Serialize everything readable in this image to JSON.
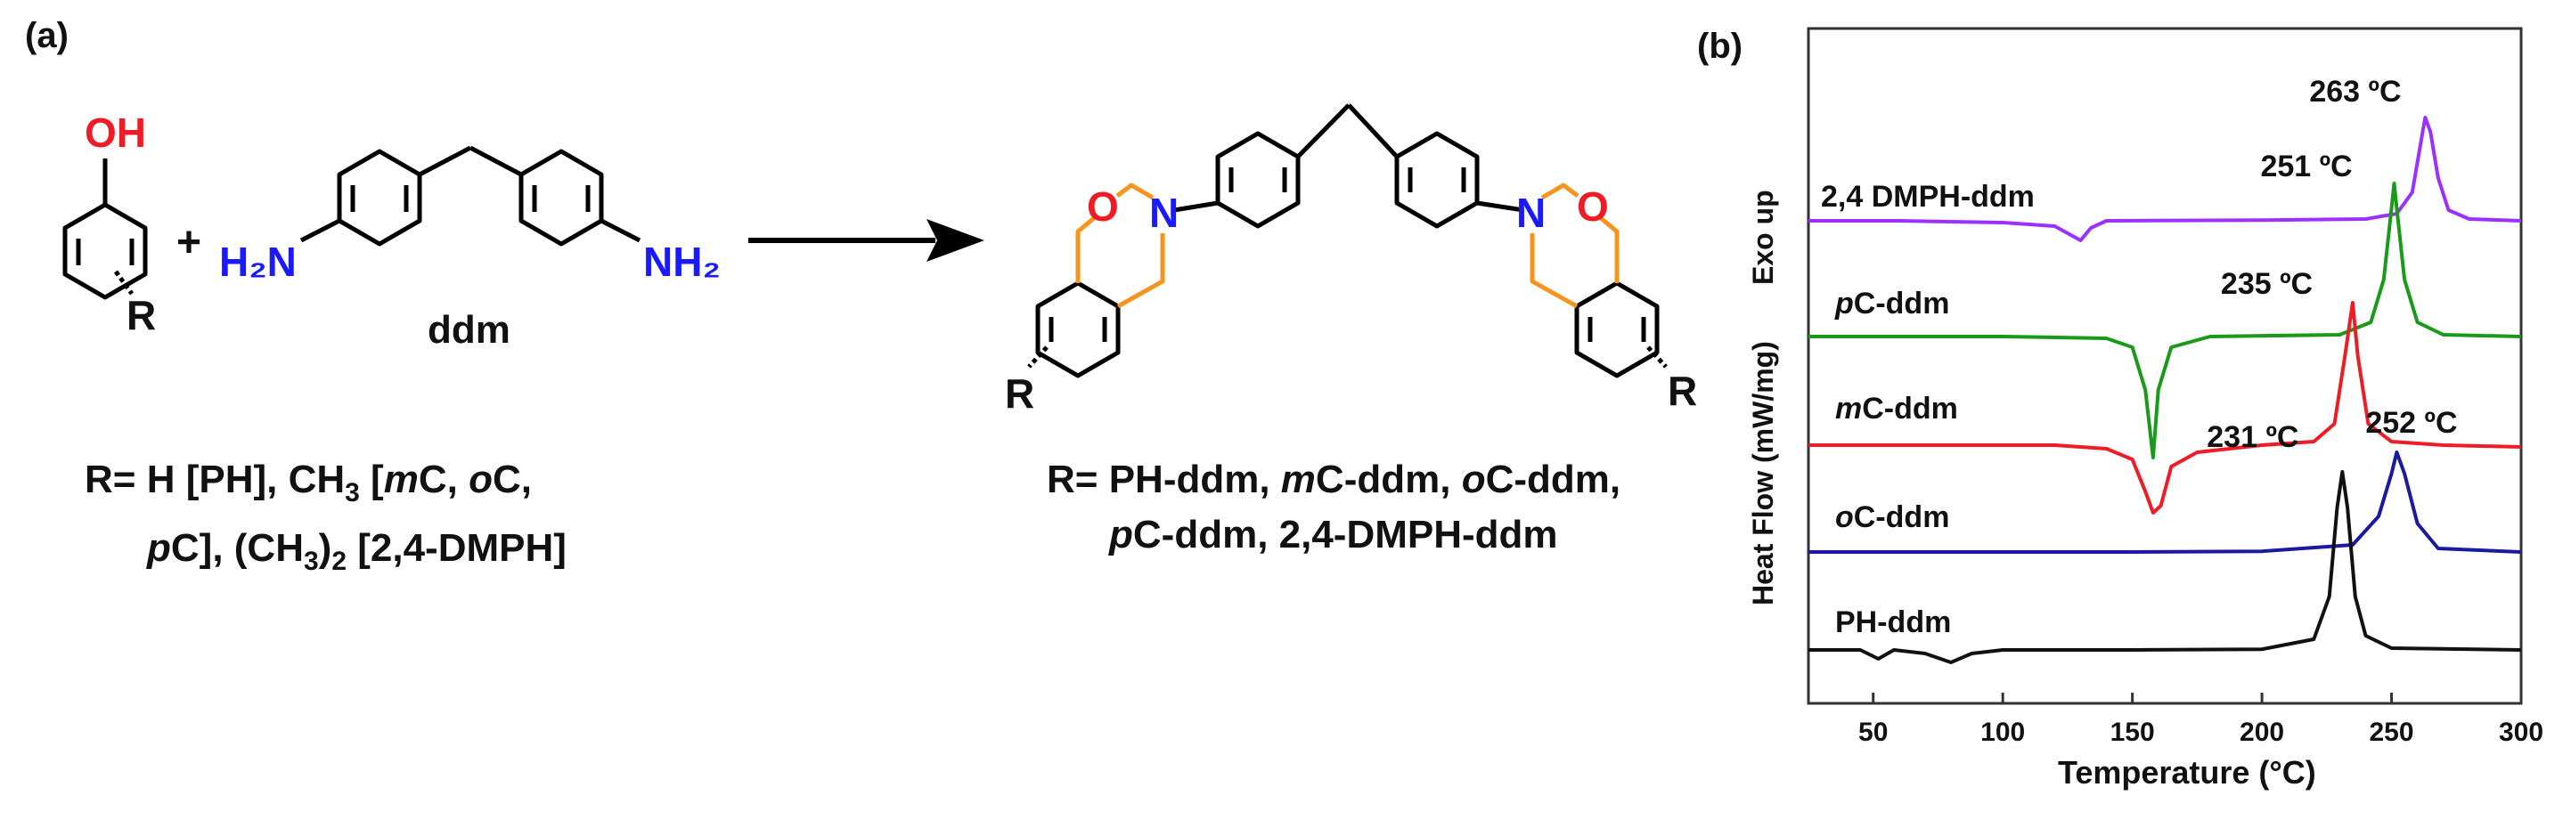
{
  "panel_a": {
    "label": "(a)",
    "phenol": {
      "oh": "OH",
      "r": "R"
    },
    "plus": "+",
    "diamine": {
      "nh2_left": "H₂N",
      "nh2_right": "NH₂",
      "name": "ddm"
    },
    "product": {
      "o": "O",
      "n": "N",
      "r": "R"
    },
    "r_def_left": {
      "line1": [
        "R= H [PH], CH",
        "3",
        " [",
        "m",
        "C, ",
        "o",
        "C,"
      ],
      "line2": [
        "p",
        "C], (CH",
        "3",
        ")",
        "2",
        " [2,4-DMPH]"
      ]
    },
    "r_def_right": {
      "line1": [
        "R= PH-ddm, ",
        "m",
        "C-ddm, ",
        "o",
        "C-ddm,"
      ],
      "line2": [
        "p",
        "C-ddm, 2,4-DMPH-ddm"
      ]
    },
    "colors": {
      "oxygen": "#ee1c25",
      "nitrogen": "#1a1aff",
      "oxazine": "#f7941d",
      "bond": "#000000"
    }
  },
  "panel_b": {
    "label": "(b)",
    "chart_data": {
      "type": "line",
      "xlabel": "Temperature (°C)",
      "ylabel": "Heat Flow (mW/mg)",
      "ylabel_extra": "Exo up",
      "x_ticks": [
        50,
        100,
        150,
        200,
        250,
        300
      ],
      "xlim": [
        25,
        300
      ],
      "grid": false,
      "series": [
        {
          "name": "2,4 DMPH-ddm",
          "color": "#9b30ff",
          "peak_x": 263,
          "peak_label": "263 ºC",
          "baseline": 0,
          "points": [
            [
              25,
              0
            ],
            [
              60,
              0
            ],
            [
              100,
              -0.05
            ],
            [
              120,
              -0.15
            ],
            [
              130,
              -0.55
            ],
            [
              134,
              -0.2
            ],
            [
              140,
              0
            ],
            [
              200,
              0.02
            ],
            [
              240,
              0.05
            ],
            [
              252,
              0.2
            ],
            [
              258,
              0.8
            ],
            [
              262,
              2.5
            ],
            [
              263,
              2.9
            ],
            [
              265,
              2.5
            ],
            [
              268,
              1.2
            ],
            [
              272,
              0.3
            ],
            [
              280,
              0.05
            ],
            [
              300,
              0
            ]
          ]
        },
        {
          "name": "pC-ddm",
          "italic_prefix": "p",
          "rest": "C-ddm",
          "color": "#1a9a1a",
          "peak_x": 251,
          "peak_label": "251 ºC",
          "baseline": 0,
          "points": [
            [
              25,
              0
            ],
            [
              100,
              0
            ],
            [
              140,
              -0.05
            ],
            [
              150,
              -0.3
            ],
            [
              155,
              -1.5
            ],
            [
              158,
              -3.4
            ],
            [
              160,
              -1.5
            ],
            [
              165,
              -0.3
            ],
            [
              180,
              0
            ],
            [
              230,
              0.05
            ],
            [
              242,
              0.4
            ],
            [
              247,
              1.6
            ],
            [
              250,
              3.6
            ],
            [
              251,
              4.3
            ],
            [
              252,
              3.6
            ],
            [
              255,
              1.6
            ],
            [
              260,
              0.4
            ],
            [
              270,
              0.05
            ],
            [
              300,
              0
            ]
          ]
        },
        {
          "name": "mC-ddm",
          "italic_prefix": "m",
          "rest": "C-ddm",
          "color": "#ee1c25",
          "peak_x": 235,
          "peak_label": "235 ºC",
          "baseline": 0,
          "points": [
            [
              25,
              0
            ],
            [
              120,
              0
            ],
            [
              140,
              -0.1
            ],
            [
              150,
              -0.4
            ],
            [
              155,
              -1.3
            ],
            [
              158,
              -1.9
            ],
            [
              161,
              -1.7
            ],
            [
              165,
              -0.6
            ],
            [
              175,
              -0.2
            ],
            [
              200,
              0
            ],
            [
              220,
              0.1
            ],
            [
              228,
              0.6
            ],
            [
              232,
              2.5
            ],
            [
              235,
              4.0
            ],
            [
              237,
              2.5
            ],
            [
              241,
              0.6
            ],
            [
              250,
              0.1
            ],
            [
              270,
              0
            ],
            [
              300,
              -0.05
            ]
          ]
        },
        {
          "name": "oC-ddm",
          "italic_prefix": "o",
          "rest": "C-ddm",
          "color": "#1a1aa0",
          "peak_x": 252,
          "peak_label": "252 ºC",
          "baseline": 0,
          "points": [
            [
              25,
              0
            ],
            [
              150,
              0
            ],
            [
              200,
              0.02
            ],
            [
              235,
              0.2
            ],
            [
              245,
              1.0
            ],
            [
              250,
              2.2
            ],
            [
              252,
              2.8
            ],
            [
              255,
              2.2
            ],
            [
              260,
              0.8
            ],
            [
              268,
              0.1
            ],
            [
              300,
              0
            ]
          ]
        },
        {
          "name": "PH-ddm",
          "color": "#111111",
          "peak_x": 231,
          "peak_label": "231 ºC",
          "baseline": 0,
          "points": [
            [
              25,
              0
            ],
            [
              45,
              0
            ],
            [
              52,
              -0.25
            ],
            [
              58,
              0
            ],
            [
              70,
              -0.1
            ],
            [
              80,
              -0.35
            ],
            [
              88,
              -0.1
            ],
            [
              100,
              0
            ],
            [
              150,
              0
            ],
            [
              200,
              0.02
            ],
            [
              220,
              0.3
            ],
            [
              226,
              1.5
            ],
            [
              229,
              4.0
            ],
            [
              231,
              5.0
            ],
            [
              233,
              4.0
            ],
            [
              236,
              1.5
            ],
            [
              240,
              0.4
            ],
            [
              250,
              0.05
            ],
            [
              300,
              0
            ]
          ]
        }
      ]
    }
  }
}
